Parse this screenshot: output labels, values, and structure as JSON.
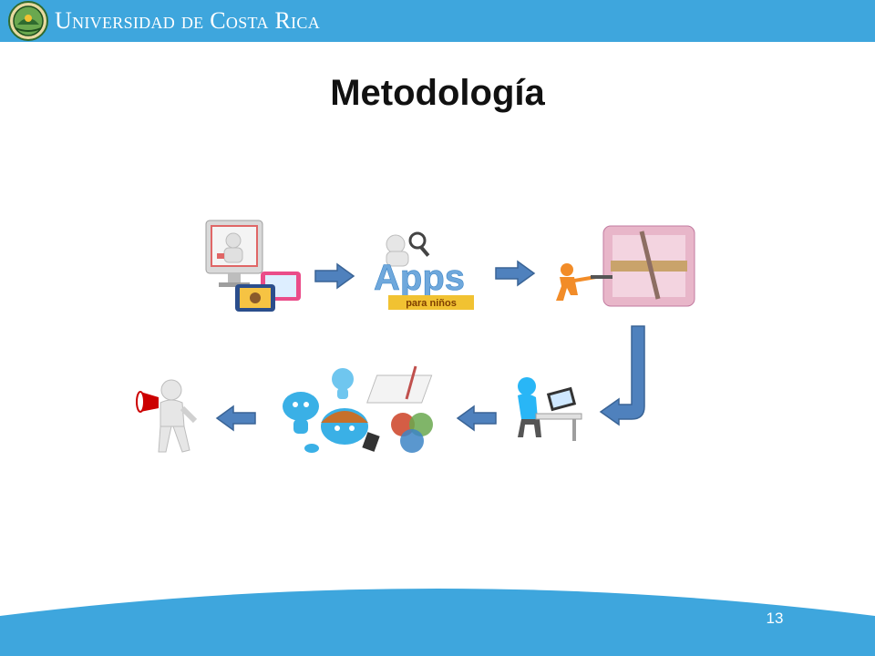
{
  "header": {
    "university_name": "Universidad de Costa Rica",
    "seal_icon": "ucr-seal-icon",
    "bar_color": "#3ea6dd"
  },
  "slide": {
    "title": "Metodología",
    "page_number": "13"
  },
  "flow": {
    "arrow_color": "#4f81bd",
    "steps": [
      {
        "icon": "computer-tablets-icon"
      },
      {
        "icon": "apps-para-ninos-icon",
        "logo_text": "Apps",
        "badge_text": "para niños"
      },
      {
        "icon": "design-tools-icon"
      },
      {
        "icon": "user-at-laptop-icon"
      },
      {
        "icon": "characters-and-diagram-icon"
      },
      {
        "icon": "megaphone-person-icon"
      }
    ]
  }
}
